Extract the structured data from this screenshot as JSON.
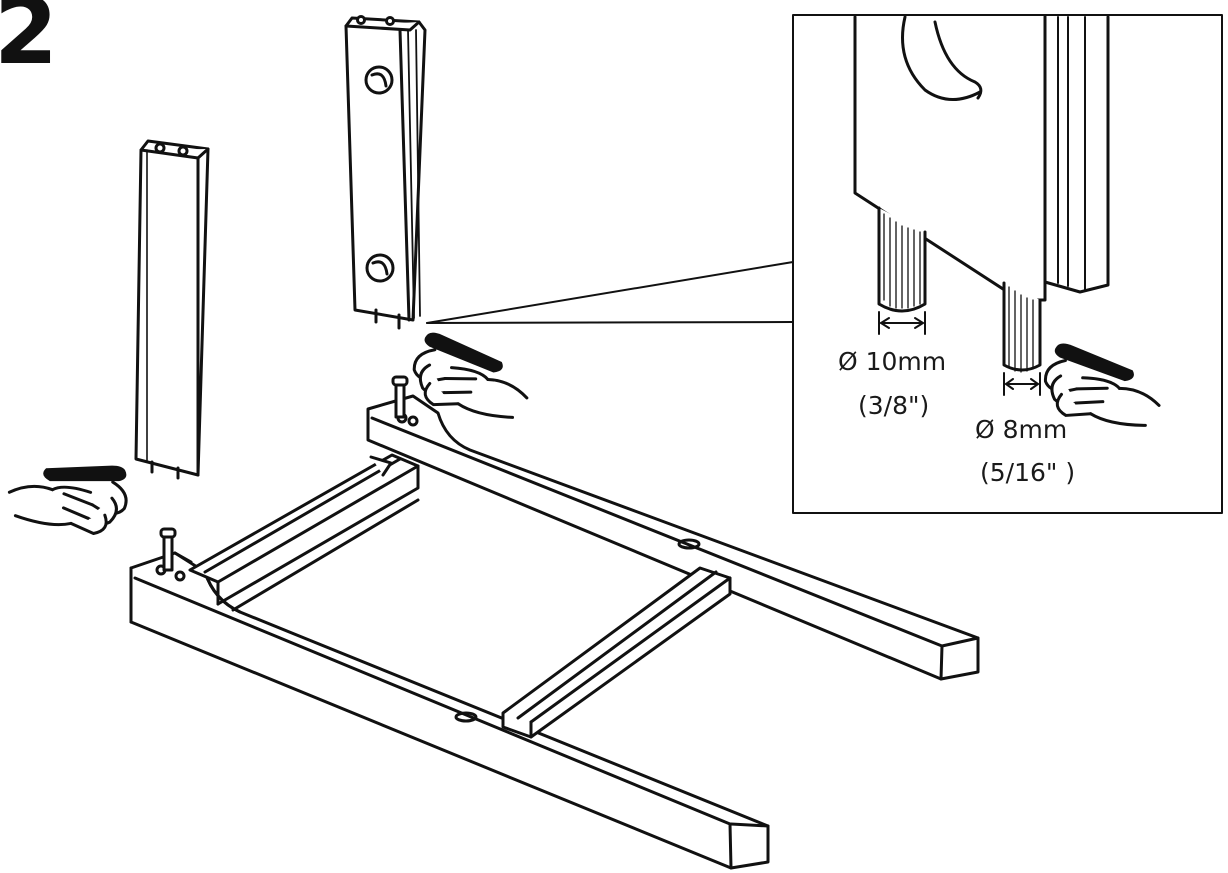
{
  "step_number": "2",
  "detail": {
    "dowel_large": {
      "metric": "Ø 10mm",
      "imperial": "(3/8\")"
    },
    "dowel_small": {
      "metric": "Ø 8mm",
      "imperial": "(5/16\" )"
    }
  },
  "icons": [
    "pointing-hand-icon",
    "leg",
    "frame",
    "bolt",
    "dowel"
  ],
  "colors": {
    "line": "#111111",
    "background": "#ffffff",
    "shade": "#e6e6e6"
  }
}
